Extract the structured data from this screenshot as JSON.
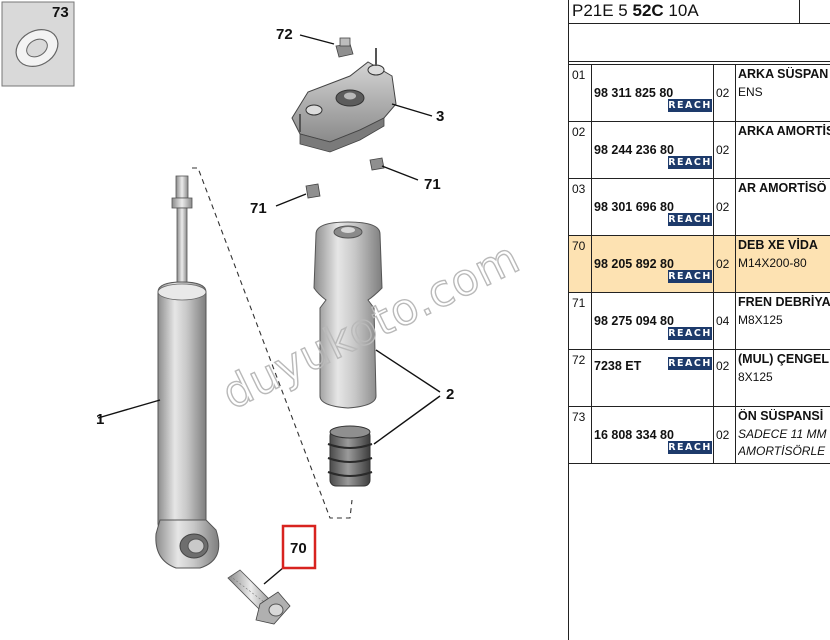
{
  "header": {
    "prefix": "P21E 5 ",
    "bold": "52C",
    "suffix": " 10A"
  },
  "reach_label": "REACH",
  "diagram": {
    "callouts": {
      "c73": "73",
      "c72": "72",
      "c3": "3",
      "c71a": "71",
      "c71b": "71",
      "c1": "1",
      "c2": "2",
      "c70": "70"
    },
    "watermark": "duyukoto.com",
    "highlight_color": "#d8231f"
  },
  "parts": [
    {
      "ref": "01",
      "part_no": "98 311 825 80",
      "qty": "02",
      "desc": "ARKA SÜSPAN",
      "note": "ENS",
      "note2": ""
    },
    {
      "ref": "02",
      "part_no": "98 244 236 80",
      "qty": "02",
      "desc": "ARKA AMORTİS",
      "note": "",
      "note2": ""
    },
    {
      "ref": "03",
      "part_no": "98 301 696 80",
      "qty": "02",
      "desc": "AR AMORTİSÖ",
      "note": "",
      "note2": ""
    },
    {
      "ref": "70",
      "part_no": "98 205 892 80",
      "qty": "02",
      "desc": "DEB XE VİDA",
      "note": "M14X200-80",
      "note2": ""
    },
    {
      "ref": "71",
      "part_no": "98 275 094 80",
      "qty": "04",
      "desc": "FREN DEBRİYA",
      "note": "M8X125",
      "note2": ""
    },
    {
      "ref": "72",
      "part_no": "7238 ET",
      "qty": "02",
      "desc": "(MUL) ÇENGEL",
      "note": "8X125",
      "note2": ""
    },
    {
      "ref": "73",
      "part_no": "16 808 334 80",
      "qty": "02",
      "desc": "ÖN SÜSPANSİ",
      "note": "SADECE 11 MM",
      "note2": "AMORTİSÖRLE"
    }
  ],
  "colors": {
    "row_highlight": "#fde2b2",
    "reach_badge": "#1d3a6b"
  }
}
